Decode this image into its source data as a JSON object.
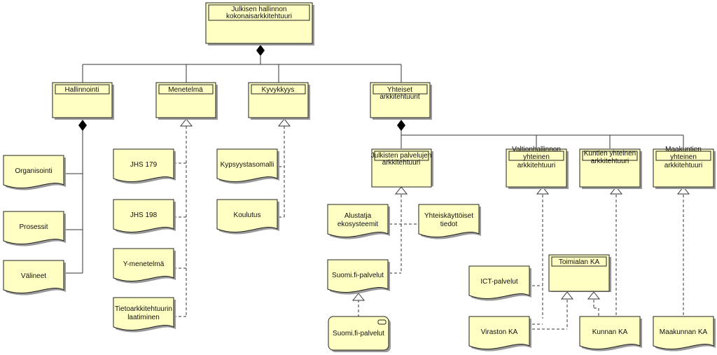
{
  "diagram": {
    "root": {
      "line1": "Julkisen hallinnon",
      "line2": "kokonaisarkkitehtuuri"
    },
    "level1": {
      "hallinnointi": "Hallinnointi",
      "menetelma": "Menetelmä",
      "kyvykkyys": "Kyvykkyys",
      "yhteiset_line1": "Yhteiset",
      "yhteiset_line2": "arkkitehtuurit"
    },
    "hallinnointi_items": [
      "Organisointi",
      "Prosessit",
      "Välineet"
    ],
    "menetelma_items": [
      "JHS 179",
      "JHS 198",
      "Y-menetelmä"
    ],
    "menetelma_last": {
      "line1": "Tietoarkkitehtuurin",
      "line2": "laatiminen"
    },
    "kyvykkyys_items": [
      "Kypsyystasomalli",
      "Koulutus"
    ],
    "arch": {
      "julkisten": {
        "line1": "Julkisten palvelujen",
        "line2": "arkkitehtuuri"
      },
      "valtio": {
        "line1": "Valtionhallinnon",
        "line2": "yhteinen",
        "line3": "arkkitehtuuri"
      },
      "kuntien": {
        "line1": "Kuntien yhteinen",
        "line2": "arkkitehtuuri"
      },
      "maakuntien": {
        "line1": "Maakuntien",
        "line2": "yhteinen",
        "line3": "arkkitehtuuri"
      }
    },
    "palvelu": {
      "alusta": {
        "line1": "Alustatja",
        "line2": "ekosysteemit"
      },
      "yhteis": {
        "line1": "Yhteiskäyttöiset",
        "line2": "tiedot"
      },
      "suomifi": "Suomi.fi-palvelut",
      "suomifi_app": "Suomi.fi-palvelut"
    },
    "toimiala": "Toimialan KA",
    "ict": "ICT-palvelut",
    "virasto": "Viraston KA",
    "kunnan": "Kunnan KA",
    "maakunnan": "Maakunnan KA"
  }
}
